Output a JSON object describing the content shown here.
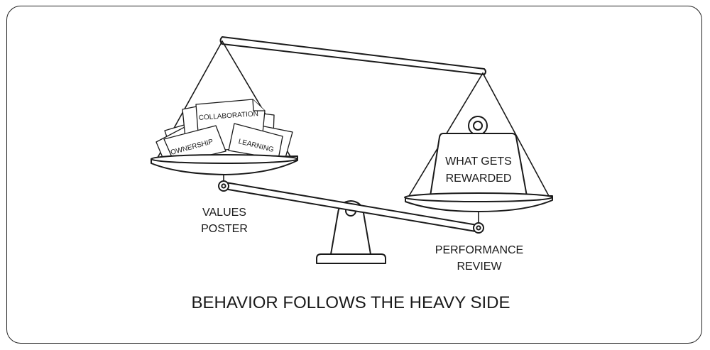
{
  "diagram": {
    "heavy_pan": {
      "weight_label_line1": "WHAT GETS",
      "weight_label_line2": "REWARDED",
      "caption_line1": "PERFORMANCE",
      "caption_line2": "REVIEW"
    },
    "light_pan": {
      "papers": [
        "COLLABORATION",
        "OWNERSHIP",
        "LEARNING"
      ],
      "caption_line1": "VALUES",
      "caption_line2": "POSTER"
    },
    "footer_caption": "BEHAVIOR FOLLOWS THE HEAVY SIDE"
  }
}
